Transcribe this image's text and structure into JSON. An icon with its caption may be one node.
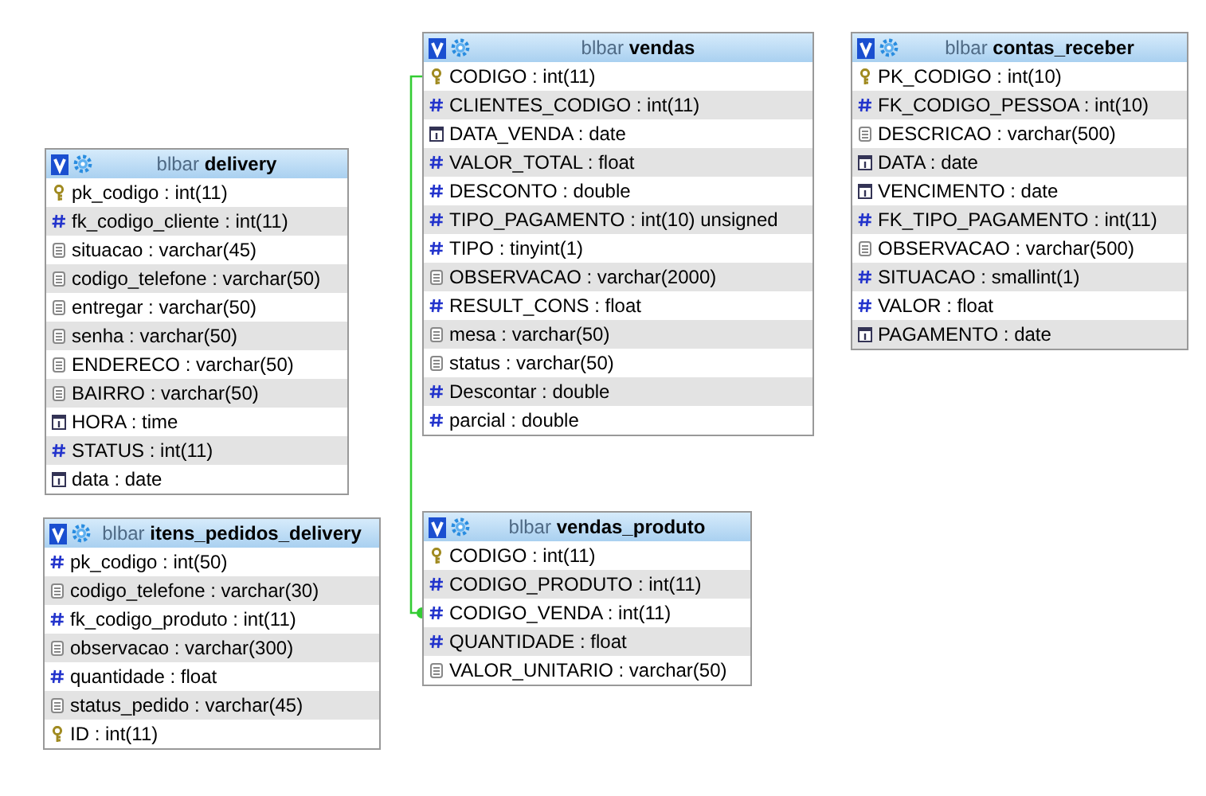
{
  "diagram": {
    "nodes": [
      {
        "text": [
          "blbar **delivery**"
        ]
      },
      {
        "text": [
          "pk_codigo : int(11)"
        ],
        "in": 0
      },
      {
        "text": [
          "fk_codigo_cliente : int(11)"
        ],
        "in": 0
      },
      {
        "text": [
          "situacao : varchar(45)"
        ],
        "in": 0
      },
      {
        "text": [
          "codigo_telefone : varchar(50)"
        ],
        "in": 0
      },
      {
        "text": [
          "entregar : varchar(50)"
        ],
        "in": 0
      },
      {
        "text": [
          "senha : varchar(50)"
        ],
        "in": 0
      },
      {
        "text": [
          "ENDERECO : varchar(50)"
        ],
        "in": 0
      },
      {
        "text": [
          "BAIRRO : varchar(50)"
        ],
        "in": 0
      },
      {
        "text": [
          "HORA : time"
        ],
        "in": 0
      },
      {
        "text": [
          "STATUS : int(11)"
        ],
        "in": 0
      },
      {
        "text": [
          "data : date"
        ],
        "in": 0
      },
      {
        "text": [
          "blbar **itens_pedidos_delivery**"
        ]
      },
      {
        "text": [
          "pk_codigo : int(50)"
        ],
        "in": 12
      },
      {
        "text": [
          "codigo_telefone : varchar(30)"
        ],
        "in": 12
      },
      {
        "text": [
          "fk_codigo_produto : int(11)"
        ],
        "in": 12
      },
      {
        "text": [
          "observacao : varchar(300)"
        ],
        "in": 12
      },
      {
        "text": [
          "quantidade : float"
        ],
        "in": 12
      },
      {
        "text": [
          "status_pedido : varchar(45)"
        ],
        "in": 12
      },
      {
        "text": [
          "ID : int(11)"
        ],
        "in": 12
      },
      {
        "text": [
          "blbar **vendas**"
        ]
      },
      {
        "text": [
          "CODIGO : int(11)"
        ],
        "in": 20
      },
      {
        "text": [
          "CLIENTES_CODIGO : int(11)"
        ],
        "in": 20
      },
      {
        "text": [
          "DATA_VENDA : date"
        ],
        "in": 20
      },
      {
        "text": [
          "VALOR_TOTAL : float"
        ],
        "in": 20
      },
      {
        "text": [
          "DESCONTO : double"
        ],
        "in": 20
      },
      {
        "text": [
          "TIPO_PAGAMENTO : int(10) unsigned"
        ],
        "in": 20
      },
      {
        "text": [
          "TIPO : tinyint(1)"
        ],
        "in": 20
      },
      {
        "text": [
          "OBSERVACAO : varchar(2000)"
        ],
        "in": 20
      },
      {
        "text": [
          "RESULT_CONS : float"
        ],
        "in": 20
      },
      {
        "text": [
          "mesa : varchar(50)"
        ],
        "in": 20
      },
      {
        "text": [
          "status : varchar(50)"
        ],
        "in": 20
      },
      {
        "text": [
          "Descontar : double"
        ],
        "in": 20
      },
      {
        "text": [
          "parcial : double"
        ],
        "in": 20
      },
      {
        "text": [
          "blbar **contas_receber**"
        ]
      },
      {
        "text": [
          "PK_CODIGO : int(10)"
        ],
        "in": 34
      },
      {
        "text": [
          "FK_CODIGO_PESSOA : int(10)"
        ],
        "in": 34
      },
      {
        "text": [
          "DESCRICAO : varchar(500)"
        ],
        "in": 34
      },
      {
        "text": [
          "DATA : date"
        ],
        "in": 34
      },
      {
        "text": [
          "VENCIMENTO : date"
        ],
        "in": 34
      },
      {
        "text": [
          "FK_TIPO_PAGAMENTO : int(11)"
        ],
        "in": 34
      },
      {
        "text": [
          "OBSERVACAO : varchar(500)"
        ],
        "in": 34
      },
      {
        "text": [
          "SITUACAO : smallint(1)"
        ],
        "in": 34
      },
      {
        "text": [
          "VALOR : float"
        ],
        "in": 34
      },
      {
        "text": [
          "PAGAMENTO : date"
        ],
        "in": 34
      },
      {
        "text": [
          "blbar **vendas_produto**"
        ]
      },
      {
        "text": [
          "CODIGO : int(11)"
        ],
        "in": 45
      },
      {
        "text": [
          "CODIGO_PRODUTO : int(11)"
        ],
        "in": 45
      },
      {
        "text": [
          "CODIGO_VENDA : int(11)"
        ],
        "in": 45
      },
      {
        "text": [
          "QUANTIDADE : float"
        ],
        "in": 45
      },
      {
        "text": [
          "VALOR_UNITARIO : varchar(50)"
        ],
        "in": 45
      }
    ],
    "edges": [
      {
        "from": 21,
        "to": 48,
        "arrow": "other",
        "color": "#33cc33"
      }
    ]
  }
}
